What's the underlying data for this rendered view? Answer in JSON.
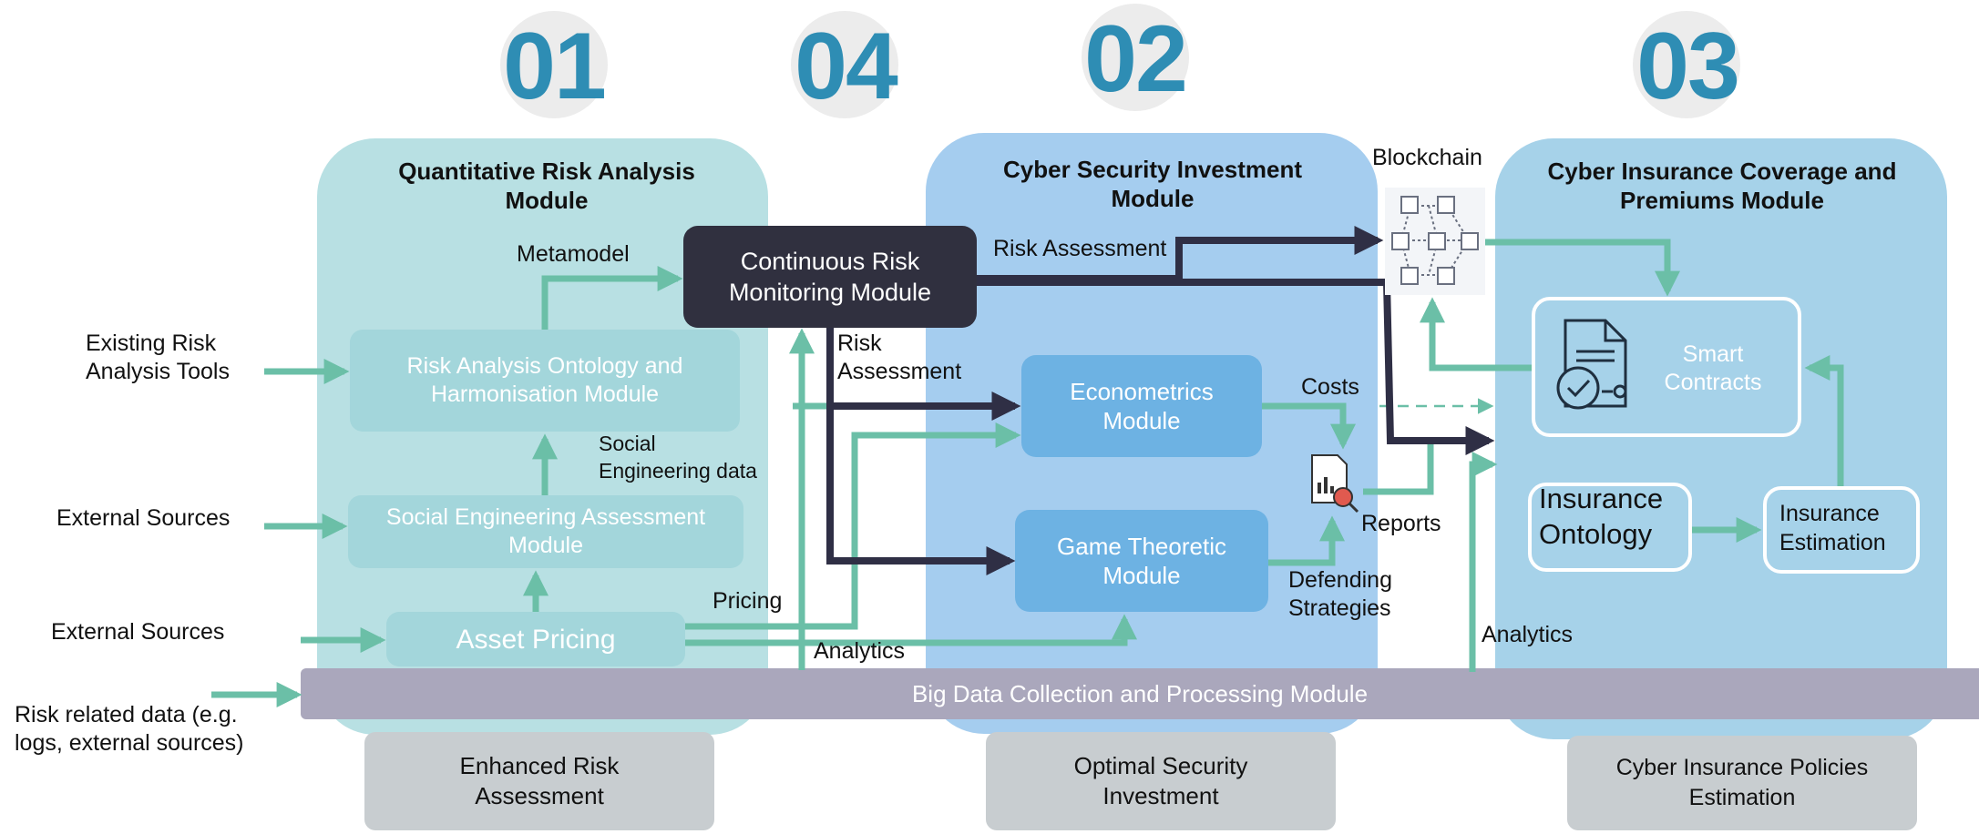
{
  "numbers": {
    "n1": "01",
    "n4": "04",
    "n2": "02",
    "n3": "03"
  },
  "panels": {
    "risk_analysis_title": "Quantitative Risk Analysis Module",
    "investment_title": "Cyber Security Investment Module",
    "insurance_title": "Cyber Insurance Coverage and Premiums Module"
  },
  "modules": {
    "continuous": "Continuous Risk Monitoring Module",
    "ontology": "Risk Analysis Ontology and Harmonisation Module",
    "social_engineering": "Social Engineering Assessment Module",
    "asset_pricing": "Asset Pricing",
    "econometrics": "Econometrics Module",
    "game_theoretic": "Game Theoretic Module",
    "smart_contracts": "Smart Contracts",
    "insurance_ontology": "Insurance Ontology",
    "insurance_estimation": "Insurance Estimation",
    "big_data": "Big Data Collection and Processing Module"
  },
  "labels": {
    "existing_tools": "Existing Risk Analysis Tools",
    "external_sources_1": "External Sources",
    "external_sources_2": "External Sources",
    "risk_related_data": "Risk related data (e.g. logs, external sources)",
    "metamodel": "Metamodel",
    "risk_assessment_top": "Risk Assessment",
    "risk_assessment_mid": "Risk Assessment",
    "social_engineering_data": "Social Engineering data",
    "pricing": "Pricing",
    "analytics_left": "Analytics",
    "analytics_right": "Analytics",
    "costs": "Costs",
    "reports": "Reports",
    "defending_strategies": "Defending Strategies",
    "blockchain": "Blockchain"
  },
  "outcomes": {
    "enhanced": "Enhanced Risk Assessment",
    "optimal": "Optimal Security Investment",
    "policies": "Cyber Insurance Policies Estimation"
  },
  "colors": {
    "panel_teal": "#b8e0e3",
    "panel_blue": "#a5cdef",
    "panel_insurance": "#a6d2e9",
    "number": "#2e8db4",
    "dark_box": "#30303f",
    "arrow_teal": "#6bbfa7",
    "arrow_dark": "#2f2f45",
    "big_data_bar": "#aaa7bc"
  }
}
